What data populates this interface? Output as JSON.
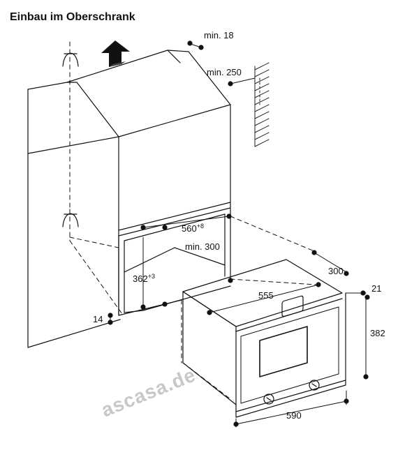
{
  "title": "Einbau im Oberschrank",
  "dimensions": {
    "min_18": "min. 18",
    "min_250": "min. 250",
    "w560": "560",
    "w560_tol": "+8",
    "min_300": "min. 300",
    "h362": "362",
    "h362_tol": "+3",
    "d14": "14",
    "w555": "555",
    "d300": "300",
    "d21": "21",
    "h382": "382",
    "w590": "590"
  },
  "watermark": "ascasa.de",
  "colors": {
    "line": "#111111",
    "hatch": "#222222",
    "watermark": "#c8c8c8"
  }
}
